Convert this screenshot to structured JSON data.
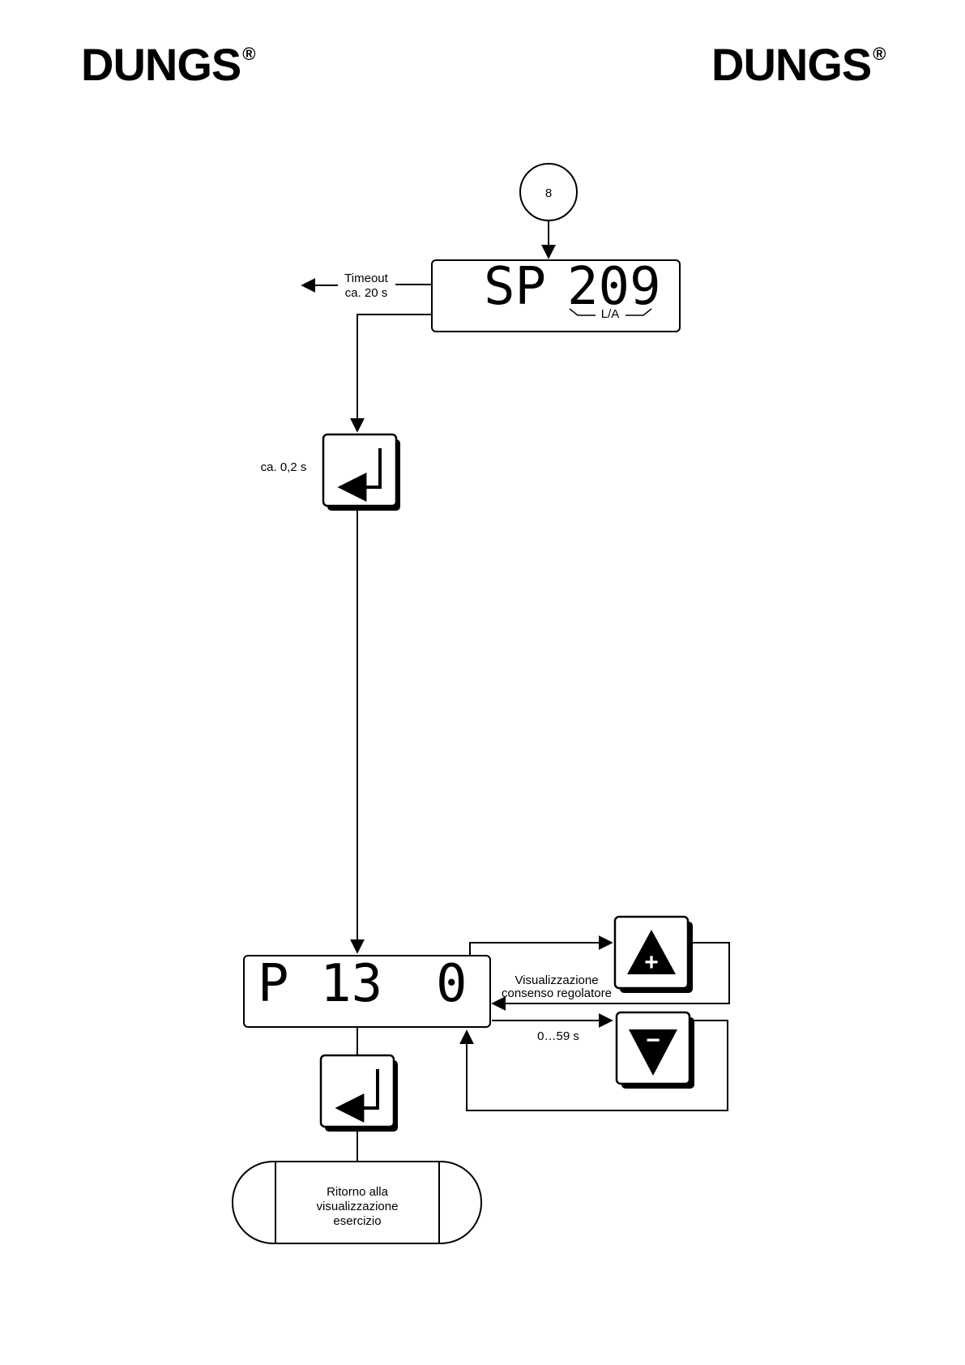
{
  "header": {
    "logo_left": "DUNGS",
    "logo_right": "DUNGS",
    "registered_mark": "®"
  },
  "diagram": {
    "connector_label": "8",
    "display_1": {
      "left": "SP",
      "right": "209",
      "unit": "L/A"
    },
    "timeout_line1": "Timeout",
    "timeout_line2": "ca. 20 s",
    "enter_delay": "ca. 0,2 s",
    "display_2": {
      "left": "P 13",
      "right": "0"
    },
    "plus_symbol": "+",
    "minus_symbol": "−",
    "feedback_line1": "Visualizzazione",
    "feedback_line2": "consenso regolatore",
    "range_label": "0…59 s",
    "terminal_line1": "Ritorno alla",
    "terminal_line2": "visualizzazione",
    "terminal_line3": "esercizio"
  }
}
